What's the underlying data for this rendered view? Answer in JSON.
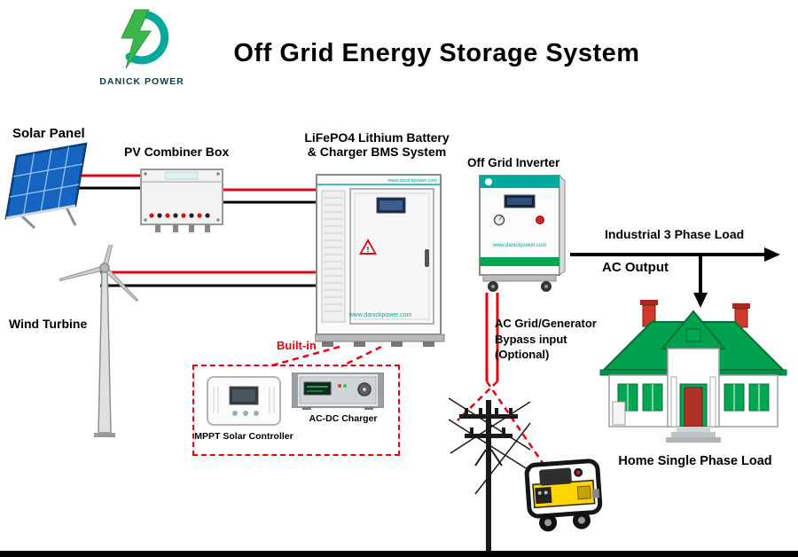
{
  "brand": {
    "name": "DANICK POWER"
  },
  "title": "Off Grid Energy Storage System",
  "components": {
    "solar_panel": {
      "label": "Solar Panel"
    },
    "pv_combiner": {
      "label": "PV Combiner Box"
    },
    "battery": {
      "label_line1": "LiFePO4 Lithium Battery",
      "label_line2": "& Charger BMS System",
      "website": "www.danickpower.com"
    },
    "inverter": {
      "label": "Off Grid Inverter",
      "website": "www.danickpower.com"
    },
    "wind_turbine": {
      "label": "Wind Turbine"
    },
    "built_in": {
      "label": "Built-in",
      "mppt_label": "MPPT Solar Controller",
      "acdc_label": "AC-DC Charger"
    },
    "bypass": {
      "line1": "AC Grid/Generator",
      "line2": "Bypass input",
      "line3": "(Optional)"
    },
    "loads": {
      "industrial": "Industrial 3 Phase Load",
      "ac_output": "AC Output",
      "home": "Home Single Phase Load"
    }
  },
  "connections": [
    {
      "from": "solar-panel",
      "to": "pv-combiner-box",
      "wires": [
        "red",
        "black"
      ]
    },
    {
      "from": "pv-combiner-box",
      "to": "battery-cabinet",
      "wires": [
        "red",
        "black"
      ]
    },
    {
      "from": "wind-turbine",
      "to": "battery-cabinet",
      "wires": [
        "red",
        "black"
      ]
    },
    {
      "from": "inverter",
      "to": "industrial-3-phase-load",
      "wires": [
        "black-arrow"
      ]
    },
    {
      "from": "inverter",
      "to": "home-single-phase-load",
      "wires": [
        "black-arrow"
      ]
    },
    {
      "from": "inverter",
      "to": "ac-grid-generator-bypass",
      "wires": [
        "red",
        "red-dashed"
      ]
    },
    {
      "from": "battery-cabinet",
      "to": "built-in-modules",
      "wires": [
        "red-dashed"
      ]
    }
  ],
  "colors": {
    "wire_red": "#e60012",
    "wire_black": "#000000",
    "brand_teal": "#00a99d",
    "green": "#00a651",
    "panel_blue": "#1565c0",
    "generator_yellow": "#ffd400"
  }
}
